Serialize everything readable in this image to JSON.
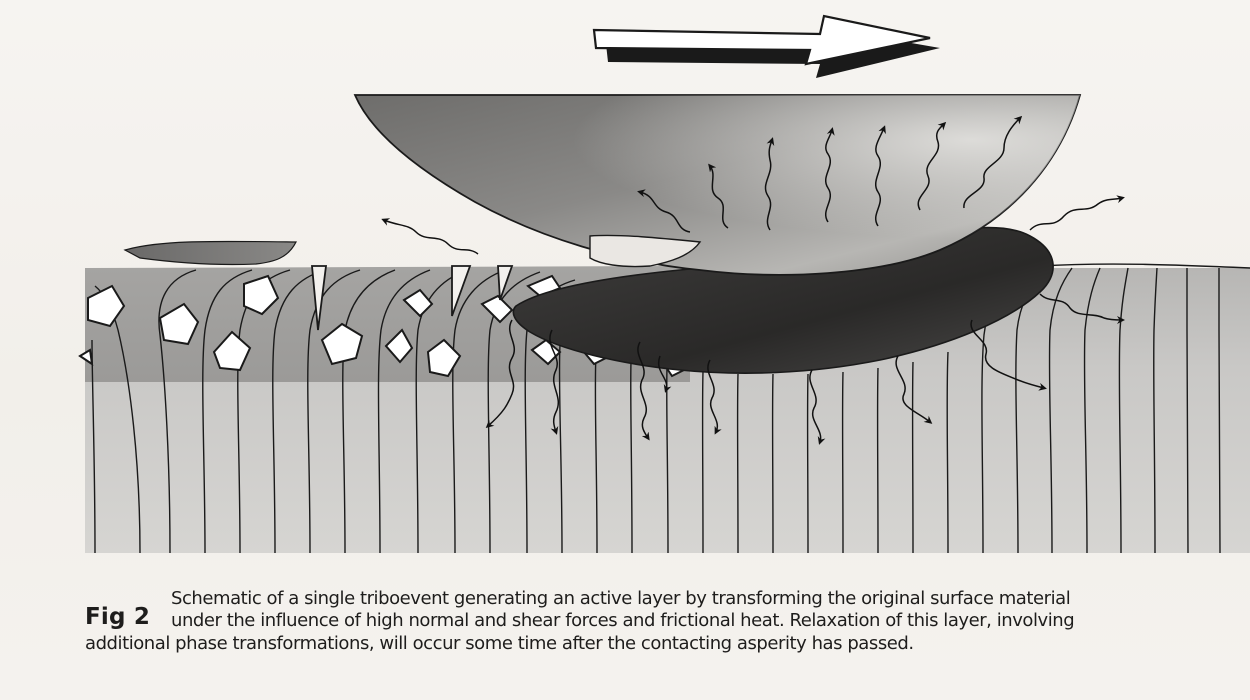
{
  "figure": {
    "label": "Fig 2",
    "caption_lines": [
      "Schematic of a single triboevent generating an active layer by transforming the original surface material",
      "under the influence of high normal and shear forces and frictional heat. Relaxation of this layer, involving",
      "additional phase transformations, will occur some time after the contacting asperity has passed."
    ]
  },
  "icons": {
    "direction": "sliding-direction-arrow-icon",
    "heat": "heat-wave-arrow-icon"
  }
}
